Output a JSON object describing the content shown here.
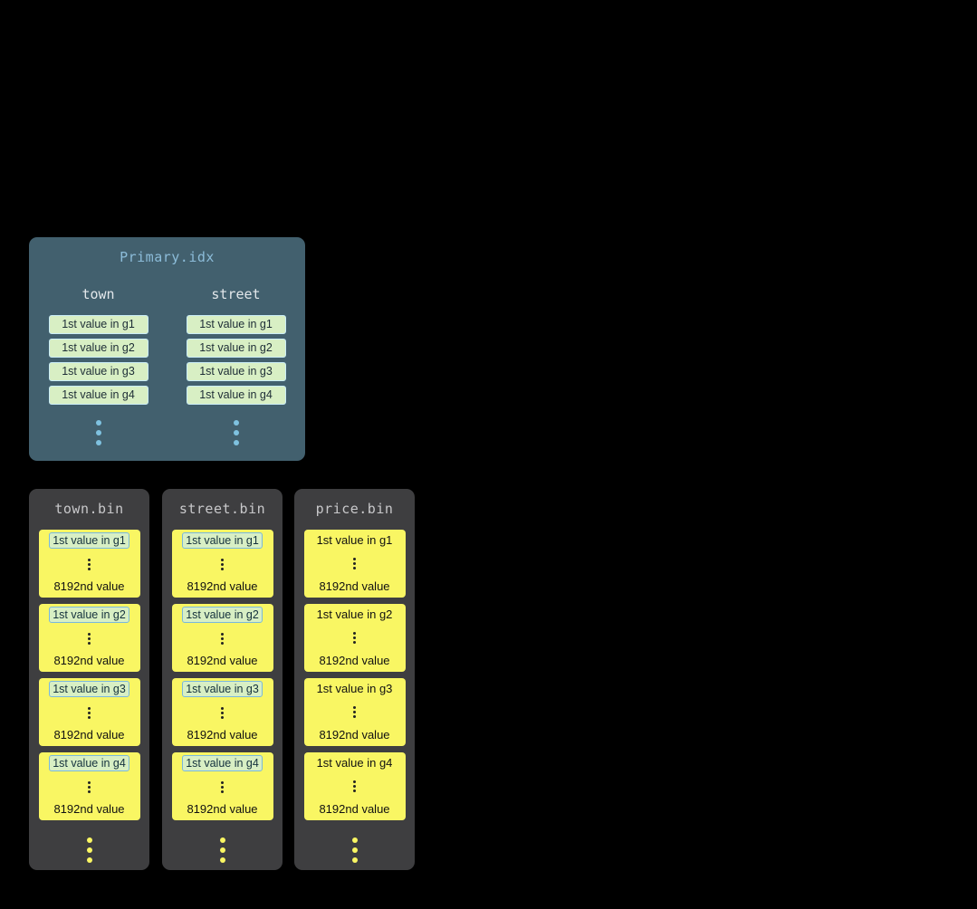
{
  "primary_index": {
    "title": "Primary.idx",
    "columns": [
      {
        "name": "town",
        "entries": [
          "1st value in g1",
          "1st value in g2",
          "1st value in g3",
          "1st value in g4"
        ]
      },
      {
        "name": "street",
        "entries": [
          "1st value in g1",
          "1st value in g2",
          "1st value in g3",
          "1st value in g4"
        ]
      }
    ]
  },
  "bin_files": [
    {
      "title": "town.bin",
      "first_values_highlighted": true,
      "granules": [
        {
          "first_value": "1st value in g1",
          "last_value": "8192nd value"
        },
        {
          "first_value": "1st value in g2",
          "last_value": "8192nd value"
        },
        {
          "first_value": "1st value in g3",
          "last_value": "8192nd value"
        },
        {
          "first_value": "1st value in g4",
          "last_value": "8192nd value"
        }
      ]
    },
    {
      "title": "street.bin",
      "first_values_highlighted": true,
      "granules": [
        {
          "first_value": "1st value in g1",
          "last_value": "8192nd value"
        },
        {
          "first_value": "1st value in g2",
          "last_value": "8192nd value"
        },
        {
          "first_value": "1st value in g3",
          "last_value": "8192nd value"
        },
        {
          "first_value": "1st value in g4",
          "last_value": "8192nd value"
        }
      ]
    },
    {
      "title": "price.bin",
      "first_values_highlighted": false,
      "granules": [
        {
          "first_value": "1st value in g1",
          "last_value": "8192nd value"
        },
        {
          "first_value": "1st value in g2",
          "last_value": "8192nd value"
        },
        {
          "first_value": "1st value in g3",
          "last_value": "8192nd value"
        },
        {
          "first_value": "1st value in g4",
          "last_value": "8192nd value"
        }
      ]
    }
  ],
  "colors": {
    "background": "#000000",
    "primary_panel": "#42606e",
    "primary_title": "#8cbcd9",
    "index_entry_bg": "#d8efc4",
    "index_entry_border": "#c9ecf6",
    "ellipsis_blue": "#7fc2e0",
    "bin_panel": "#3e3e40",
    "bin_title": "#c8c8ca",
    "granule_bg": "#f9f663",
    "highlight_border": "#79b8dc"
  }
}
